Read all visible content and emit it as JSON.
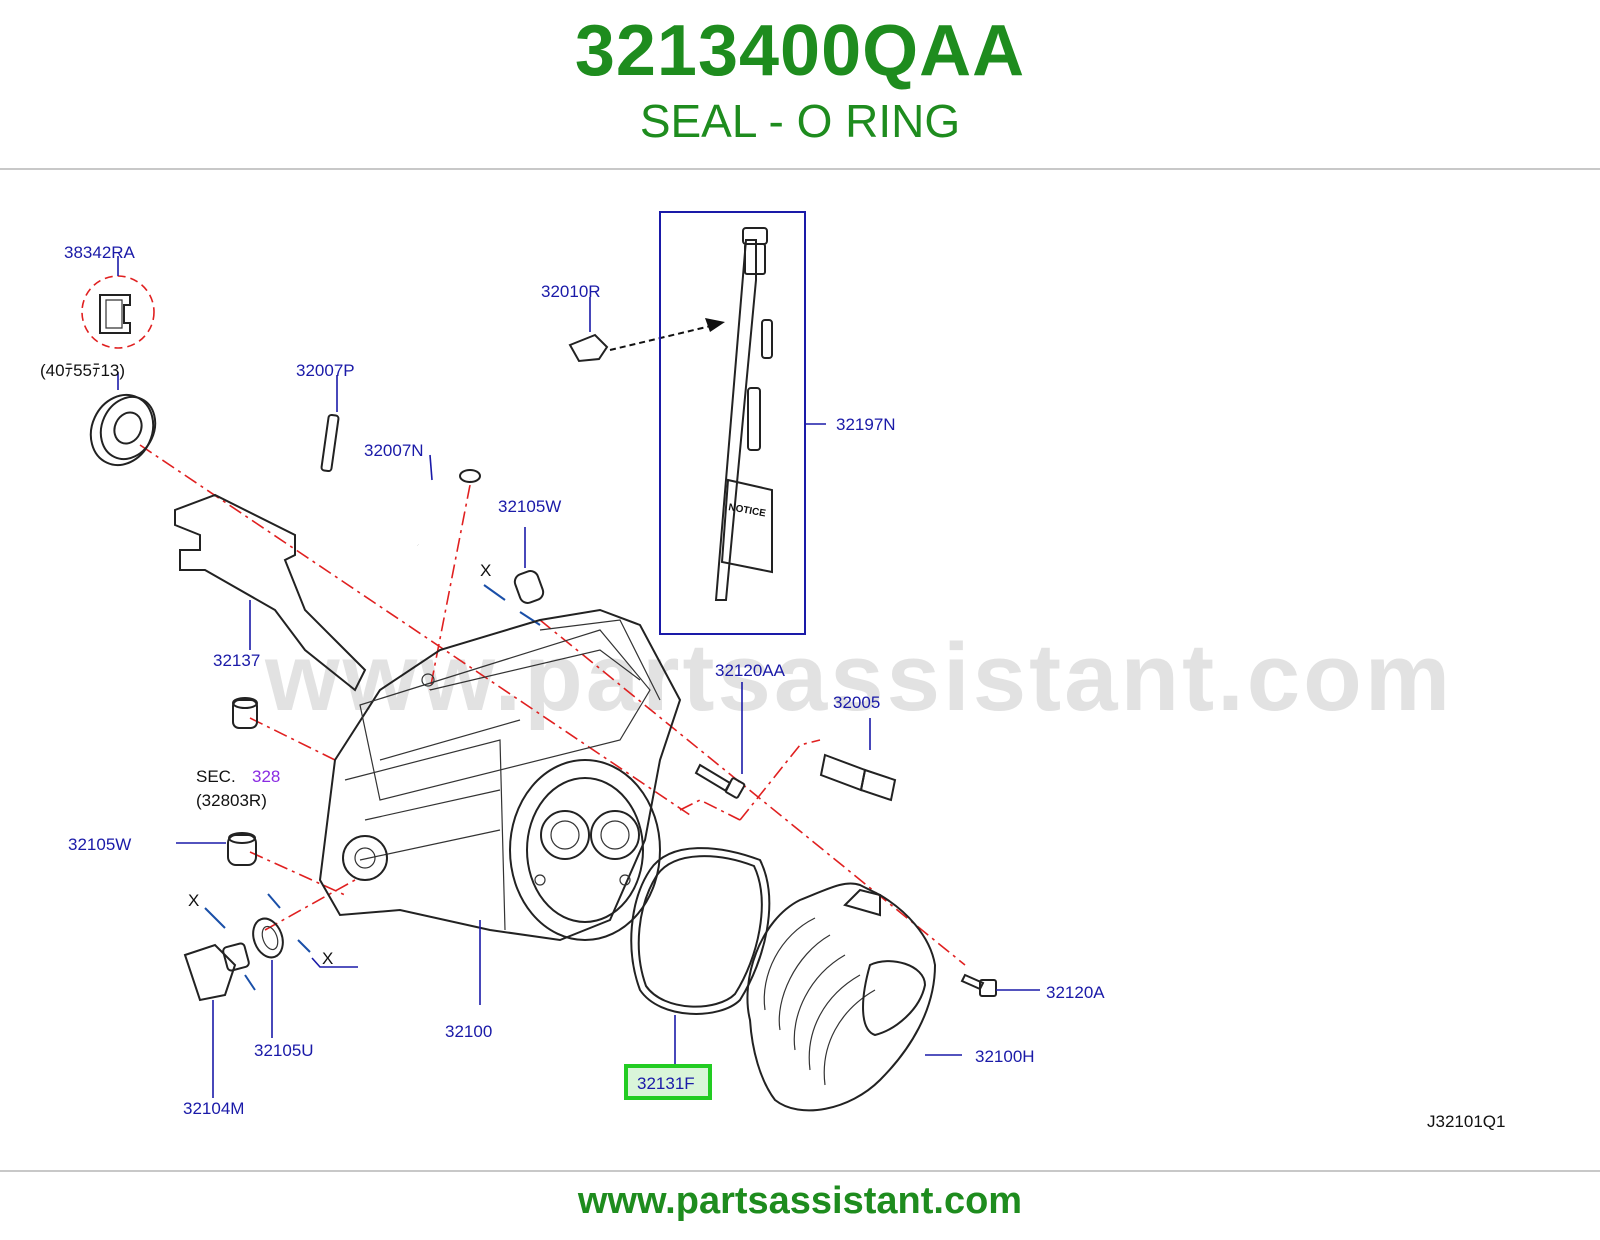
{
  "header": {
    "part_number": "3213400QAA",
    "part_description": "SEAL - O RING"
  },
  "diagram": {
    "diagram_code": "J32101Q1",
    "watermark": "www.partsassistant.com",
    "notice_text": "NOTICE",
    "labels": {
      "p38342RA": "38342RA",
      "p38342RA_size": "(40ﾃ55ﾃ13)",
      "p32007P": "32007P",
      "p32007N": "32007N",
      "p32010R": "32010R",
      "p32197N": "32197N",
      "p32105W_top": "32105W",
      "x_top": "X",
      "p32137": "32137",
      "p32120AA": "32120AA",
      "p32005": "32005",
      "sec_prefix": "SEC.",
      "sec_number": "328",
      "sec_ref": "(32803R)",
      "p32105W_left": "32105W",
      "x_left": "X",
      "x_right": "X",
      "p32105U": "32105U",
      "p32104M": "32104M",
      "p32100": "32100",
      "p32131F": "32131F",
      "p32100H": "32100H",
      "p32120A": "32120A"
    },
    "highlight_color": "#22cc22",
    "label_color": "#1a1aa8",
    "brand_color": "#1e8c1e"
  },
  "footer": {
    "url": "www.partsassistant.com"
  }
}
